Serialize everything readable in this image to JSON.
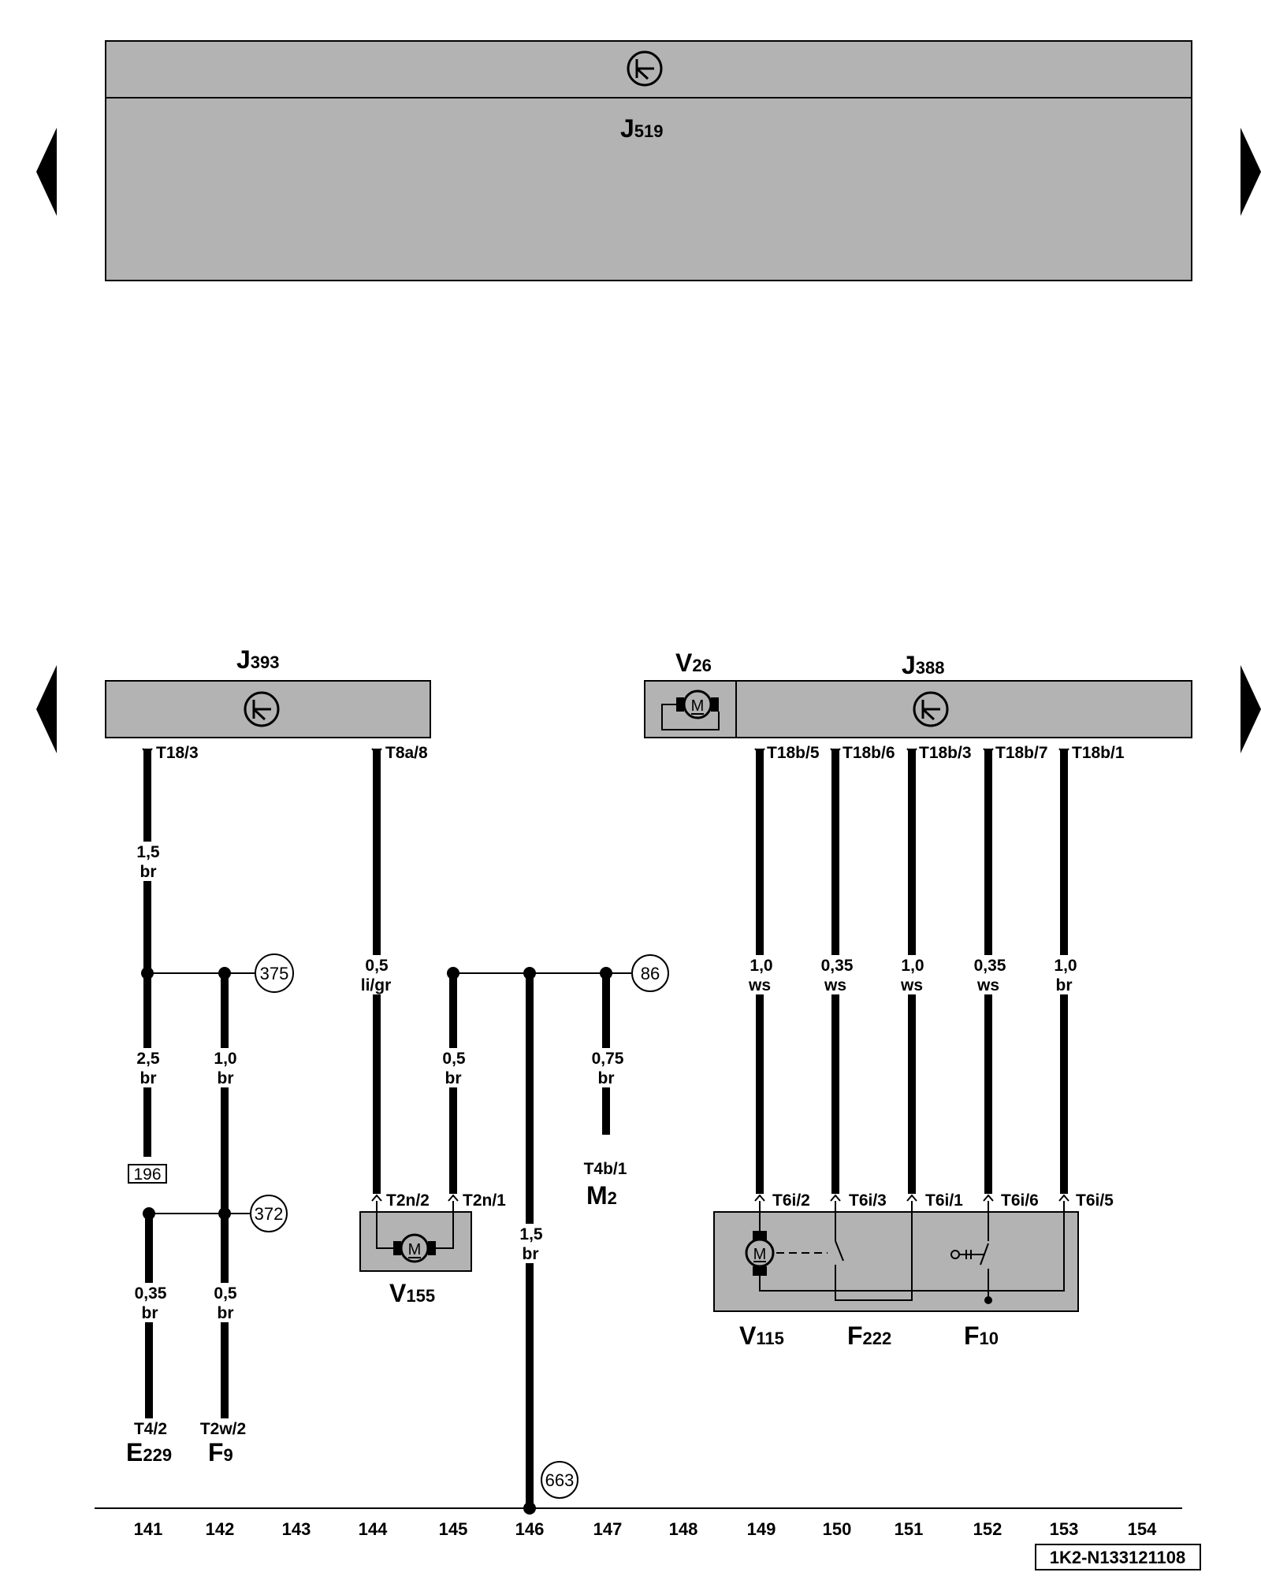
{
  "modules": {
    "J519": {
      "label": "J",
      "sub": "519"
    },
    "J393": {
      "label": "J",
      "sub": "393"
    },
    "J388": {
      "label": "J",
      "sub": "388"
    },
    "V26": {
      "label": "V",
      "sub": "26",
      "motor": "M"
    }
  },
  "connectors": {
    "T18_3": "T18/3",
    "T8a_8": "T8a/8",
    "T18b_5": "T18b/5",
    "T18b_6": "T18b/6",
    "T18b_3": "T18b/3",
    "T18b_7": "T18b/7",
    "T18b_1": "T18b/1",
    "T2n_2": "T2n/2",
    "T2n_1": "T2n/1",
    "T4b_1": "T4b/1",
    "T6i_2": "T6i/2",
    "T6i_3": "T6i/3",
    "T6i_1": "T6i/1",
    "T6i_6": "T6i/6",
    "T6i_5": "T6i/5",
    "T4_2": "T4/2",
    "T2w_2": "T2w/2"
  },
  "wires": {
    "w1": {
      "size": "1,5",
      "color": "br"
    },
    "w2": {
      "size": "2,5",
      "color": "br"
    },
    "w3": {
      "size": "1,0",
      "color": "br"
    },
    "w4": {
      "size": "0,35",
      "color": "br"
    },
    "w5": {
      "size": "0,5",
      "color": "br"
    },
    "w6": {
      "size": "0,5",
      "color": "li/gr"
    },
    "w7": {
      "size": "0,5",
      "color": "br"
    },
    "w8": {
      "size": "1,5",
      "color": "br"
    },
    "w9": {
      "size": "0,75",
      "color": "br"
    },
    "w10": {
      "size": "1,0",
      "color": "ws"
    },
    "w11": {
      "size": "0,35",
      "color": "ws"
    },
    "w12": {
      "size": "1,0",
      "color": "ws"
    },
    "w13": {
      "size": "0,35",
      "color": "ws"
    },
    "w14": {
      "size": "1,0",
      "color": "br"
    }
  },
  "refs": {
    "r375": "375",
    "r372": "372",
    "r86": "86",
    "r663": "663",
    "r196": "196"
  },
  "components": {
    "V155": {
      "label": "V",
      "sub": "155",
      "motor": "M"
    },
    "M2": {
      "label": "M",
      "sub": "2"
    },
    "V115": {
      "label": "V",
      "sub": "115",
      "motor": "M"
    },
    "F222": {
      "label": "F",
      "sub": "222"
    },
    "F10": {
      "label": "F",
      "sub": "10"
    },
    "E229": {
      "label": "E",
      "sub": "229"
    },
    "F9": {
      "label": "F",
      "sub": "9"
    }
  },
  "ruler": [
    "141",
    "142",
    "143",
    "144",
    "145",
    "146",
    "147",
    "148",
    "149",
    "150",
    "151",
    "152",
    "153",
    "154"
  ],
  "doc_id": "1K2-N133121108",
  "colors": {
    "module_fill": "#b3b3b3",
    "line": "#000000"
  }
}
